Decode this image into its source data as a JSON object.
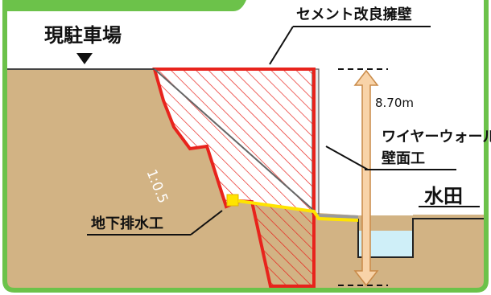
{
  "labels": {
    "parking": "現駐車場",
    "cement_wall": "セメント改良擁壁",
    "height": "8.70m",
    "wire_wall_line1": "ワイヤーウォール",
    "wire_wall_line2": "壁面工",
    "paddy": "水田",
    "drain": "地下排水工",
    "slope_ratio": "1:0.5"
  },
  "colors": {
    "frame_green": "#6cc24a",
    "soil": "#d2b384",
    "wall_red": "#e8231c",
    "drain_yellow": "#ffe400",
    "arrow_fill": "#f8d3a8",
    "arrow_stroke": "#c98a48",
    "water": "#cfeff8"
  },
  "icons": {
    "marker": "triangle-down-icon"
  }
}
